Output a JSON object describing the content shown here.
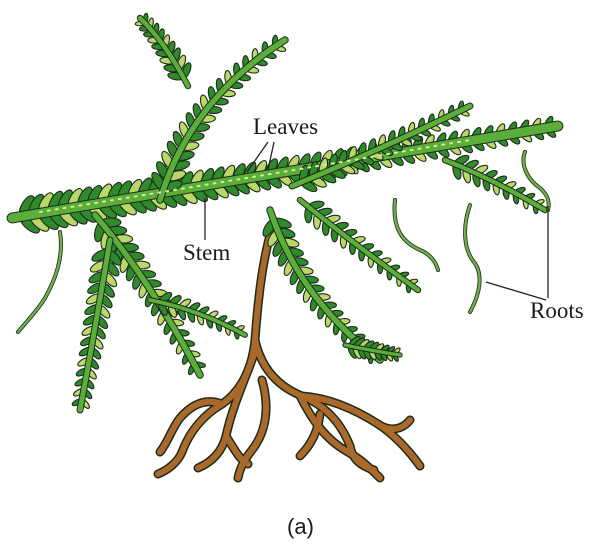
{
  "labels": {
    "leaves": "Leaves",
    "stem": "Stem",
    "roots": "Roots"
  },
  "caption": "(a)",
  "colors": {
    "leaf_dark": "#2f8a2c",
    "leaf_light": "#b8d86a",
    "stem": "#5aae3a",
    "root": "#a8692a",
    "outline": "#1f2a1a"
  }
}
